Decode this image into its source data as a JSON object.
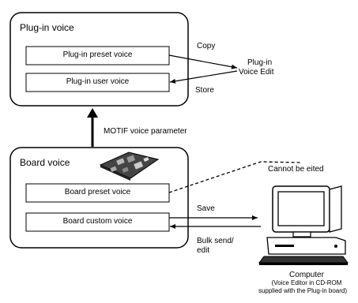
{
  "plugin_group": {
    "title": "Plug-in voice",
    "boxes": [
      "Plug-in preset voice",
      "Plug-in user voice"
    ]
  },
  "board_group": {
    "title": "Board voice",
    "boxes": [
      "Board preset voice",
      "Board custom voice"
    ]
  },
  "labels": {
    "copy": "Copy",
    "store": "Store",
    "plugin_edit_line1": "Plug-in",
    "plugin_edit_line2": "Voice Edit",
    "motif": "MOTIF voice parameter",
    "cannot_edit": "Cannot be eited",
    "save": "Save",
    "bulk_line1": "Bulk send/",
    "bulk_line2": "edit"
  },
  "computer": {
    "title": "Computer",
    "caption_line1": "(Voice Editor in CD-ROM",
    "caption_line2": "supplied with the Plug-in board)"
  },
  "icons": {
    "board": "circuit-board-icon",
    "computer": "computer-icon"
  }
}
